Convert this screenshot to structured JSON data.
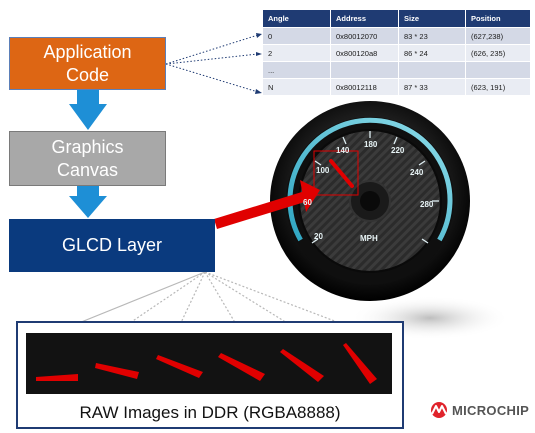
{
  "boxes": {
    "application_code": "Application Code",
    "graphics_canvas": "Graphics Canvas",
    "glcd_layer": "GLCD Layer"
  },
  "table": {
    "headers": [
      "Angle",
      "Address",
      "Size",
      "Position"
    ],
    "rows": [
      [
        "0",
        "0x80012070",
        "83 * 23",
        "(627,238)"
      ],
      [
        "2",
        "0x800120a8",
        "86 * 24",
        "(626, 235)"
      ],
      [
        "...",
        "",
        "",
        ""
      ],
      [
        "N",
        "0x80012118",
        "87 * 33",
        "(623, 191)"
      ]
    ]
  },
  "gauge": {
    "ticks": [
      "20",
      "60",
      "100",
      "140",
      "180",
      "220",
      "240",
      "280"
    ],
    "unit": "MPH"
  },
  "raw_images": {
    "caption": "RAW Images in DDR (RGBA8888)",
    "count": 6
  },
  "logo": {
    "text": "MICROCHIP"
  },
  "colors": {
    "orange": "#DD6614",
    "gray": "#A8A8A8",
    "navy": "#0A3A7E",
    "arrow_blue": "#1E8FD6",
    "needle_red": "#E00000",
    "table_header": "#1F3B73"
  }
}
